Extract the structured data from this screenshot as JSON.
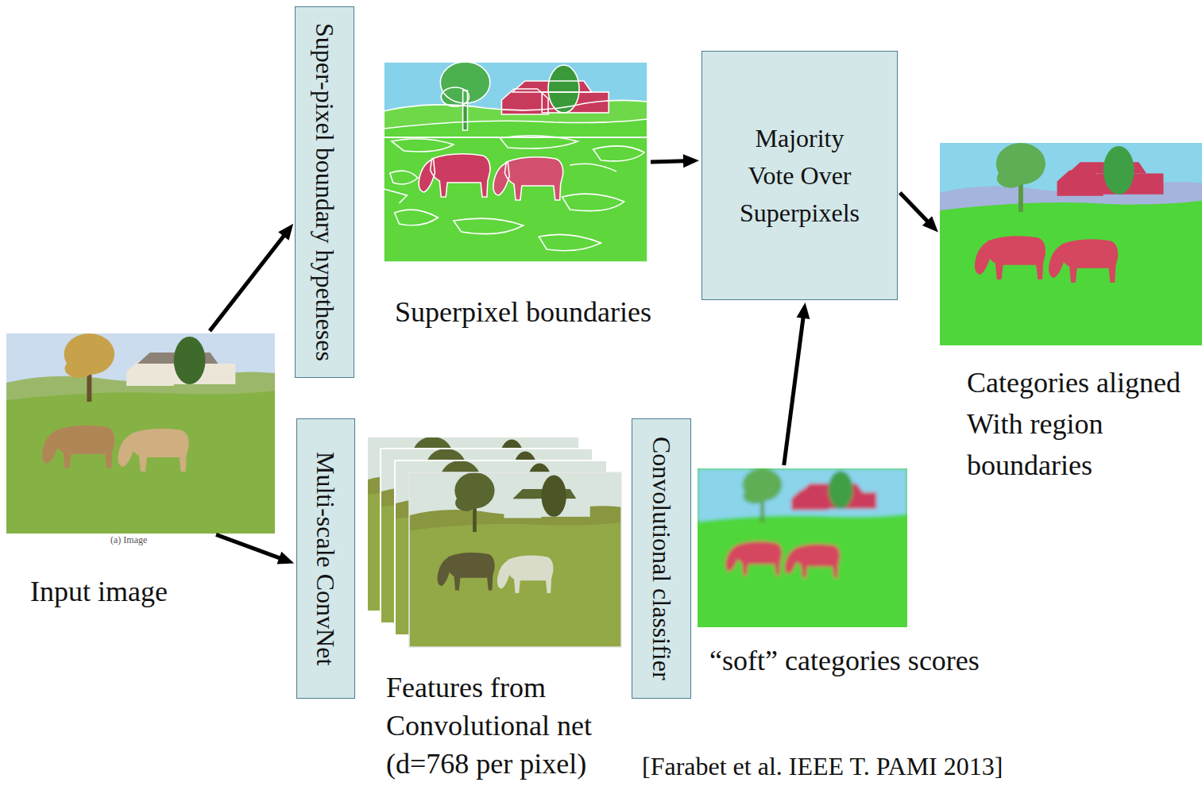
{
  "diagram": {
    "nodes": [
      {
        "text": [
          "Input image"
        ]
      },
      {
        "text": [
          "Super-pixel boundary hypetheses"
        ]
      },
      {
        "text": [
          "Superpixel boundaries"
        ]
      },
      {
        "text": [
          "Majority Vote Over Superpixels"
        ]
      },
      {
        "text": [
          "Categories aligned With region boundaries"
        ]
      },
      {
        "text": [
          "Multi-scale ConvNet"
        ]
      },
      {
        "text": [
          "Features from Convolutional net (d=768 per pixel)"
        ]
      },
      {
        "text": [
          "Convolutional classifier"
        ]
      },
      {
        "text": [
          "“soft” categories scores"
        ]
      }
    ],
    "edges": [
      {
        "from": 0,
        "to": 1,
        "arrow": "to"
      },
      {
        "from": 0,
        "to": 5,
        "arrow": "to"
      },
      {
        "from": 2,
        "to": 3,
        "arrow": "to"
      },
      {
        "from": 8,
        "to": 3,
        "arrow": "to"
      },
      {
        "from": 3,
        "to": 4,
        "arrow": "to"
      }
    ],
    "labels": [
      "(a) Image",
      "[Farabet et al. IEEE T. PAMI 2013]"
    ]
  }
}
